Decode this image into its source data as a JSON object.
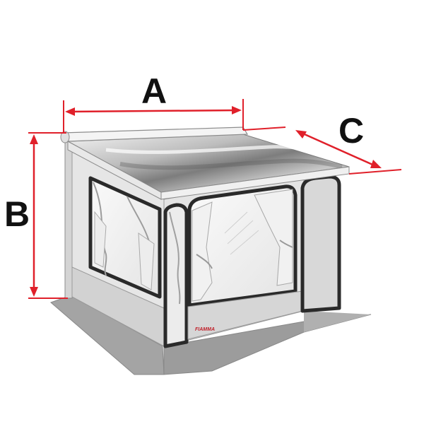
{
  "diagram": {
    "labels": {
      "width": "A",
      "height": "B",
      "depth": "C"
    },
    "brand_mark": "FIAMMA",
    "colors": {
      "dimension_line": "#e0202a",
      "frame": "#2a2a2a",
      "panel": "#d9d9d9",
      "panel_light": "#ebebeb",
      "floor": "#9a9a9a",
      "canopy": "#8a8a8a"
    }
  }
}
